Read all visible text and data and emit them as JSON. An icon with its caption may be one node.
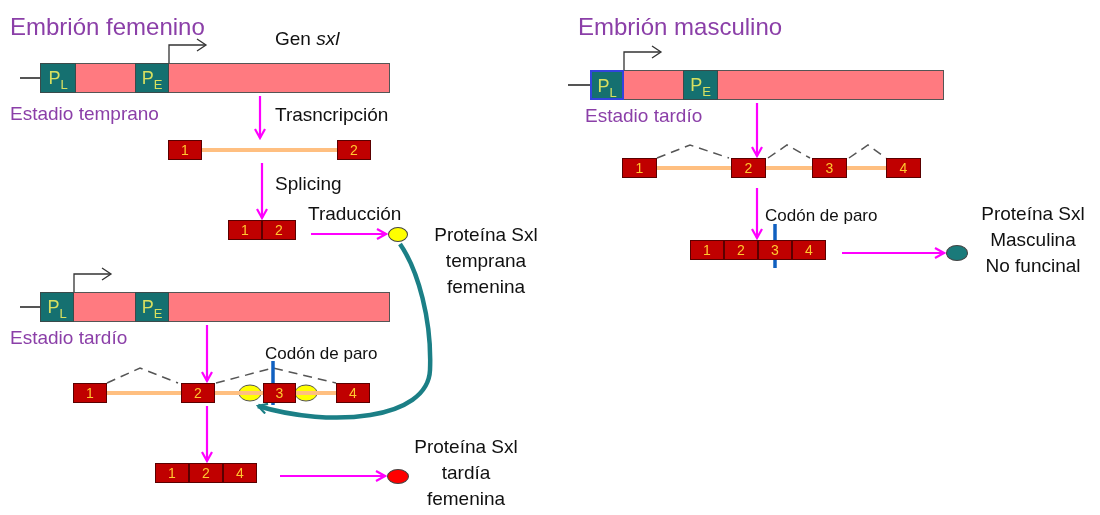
{
  "diagram": {
    "nodes": [
      {
        "text": [
          "P$_{L}$",
          "P$_{E}$"
        ],
        "beside": [
          "Gen *sxl*",
          "Estadio temprano"
        ]
      },
      {
        "text": [
          "1",
          "2"
        ]
      },
      {
        "text": [
          "1",
          "2"
        ]
      },
      {
        "text": [],
        "shape": "circle",
        "beside": [
          "Proteína Sxl temprana femenina"
        ]
      },
      {
        "text": [
          "P$_{L}$",
          "P$_{E}$"
        ],
        "beside": [
          "Estadio tardío"
        ]
      },
      {
        "text": [
          "1",
          "2",
          "3",
          "4"
        ],
        "beside": [
          "Codón de paro"
        ]
      },
      {
        "text": [
          "1",
          "2",
          "4"
        ]
      },
      {
        "text": [],
        "shape": "circle",
        "beside": [
          "Proteína Sxl tardía femenina"
        ]
      },
      {
        "text": [
          "P$_{L}$",
          "P$_{E}$"
        ],
        "beside": [
          "Estadio tardío"
        ]
      },
      {
        "text": [
          "1",
          "2",
          "3",
          "4"
        ]
      },
      {
        "text": [
          "1",
          "2",
          "3",
          "4"
        ],
        "beside": [
          "Codón de paro"
        ]
      },
      {
        "text": [],
        "shape": "circle",
        "beside": [
          "Proteína Sxl Masculina No funcinal"
        ]
      }
    ],
    "edges": [
      {
        "from": 0,
        "to": 1,
        "arrow": "to",
        "label": "Trasncripción"
      },
      {
        "from": 1,
        "to": 2,
        "arrow": "to",
        "label": "Splicing"
      },
      {
        "from": 2,
        "to": 3,
        "arrow": "to",
        "label": "Traducción"
      },
      {
        "from": 3,
        "to": 5,
        "arrow": "to",
        "style": "thick",
        "color": "#1b7f86"
      },
      {
        "from": 4,
        "to": 5,
        "arrow": "to"
      },
      {
        "from": 5,
        "to": 6,
        "arrow": "to"
      },
      {
        "from": 6,
        "to": 7,
        "arrow": "to"
      },
      {
        "from": 8,
        "to": 9,
        "arrow": "to"
      },
      {
        "from": 9,
        "to": 10,
        "arrow": "to"
      },
      {
        "from": 10,
        "to": 11,
        "arrow": "to"
      }
    ],
    "labels": [
      "Embrión femenino",
      "Embrión masculino"
    ]
  }
}
